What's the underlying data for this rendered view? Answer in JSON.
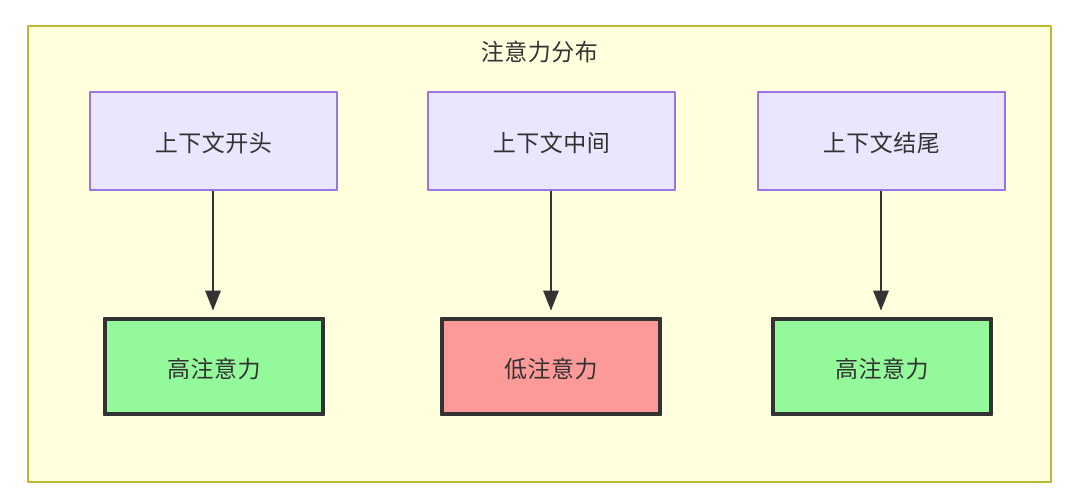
{
  "diagram": {
    "type": "flowchart",
    "title": "注意力分布",
    "container": {
      "fill": "#ffffde",
      "stroke": "#bfb82f"
    },
    "nodes": [
      {
        "id": "ctx-start",
        "label": "上下文开头",
        "role": "context-segment",
        "fill": "#e9e6fd",
        "stroke": "#9d74e8"
      },
      {
        "id": "ctx-middle",
        "label": "上下文中间",
        "role": "context-segment",
        "fill": "#e9e6fd",
        "stroke": "#9d74e8"
      },
      {
        "id": "ctx-end",
        "label": "上下文结尾",
        "role": "context-segment",
        "fill": "#e9e6fd",
        "stroke": "#9d74e8"
      },
      {
        "id": "attn-start",
        "label": "高注意力",
        "role": "attention-level",
        "level": "high",
        "fill": "#93f99a",
        "stroke": "#333333"
      },
      {
        "id": "attn-middle",
        "label": "低注意力",
        "role": "attention-level",
        "level": "low",
        "fill": "#fc9a9a",
        "stroke": "#333333"
      },
      {
        "id": "attn-end",
        "label": "高注意力",
        "role": "attention-level",
        "level": "high",
        "fill": "#93f99a",
        "stroke": "#333333"
      }
    ],
    "edges": [
      {
        "from": "ctx-start",
        "to": "attn-start",
        "label": "",
        "arrow": "triangle"
      },
      {
        "from": "ctx-middle",
        "to": "attn-middle",
        "label": "",
        "arrow": "triangle"
      },
      {
        "from": "ctx-end",
        "to": "attn-end",
        "label": "",
        "arrow": "triangle"
      }
    ],
    "edge_color": "#333333"
  }
}
